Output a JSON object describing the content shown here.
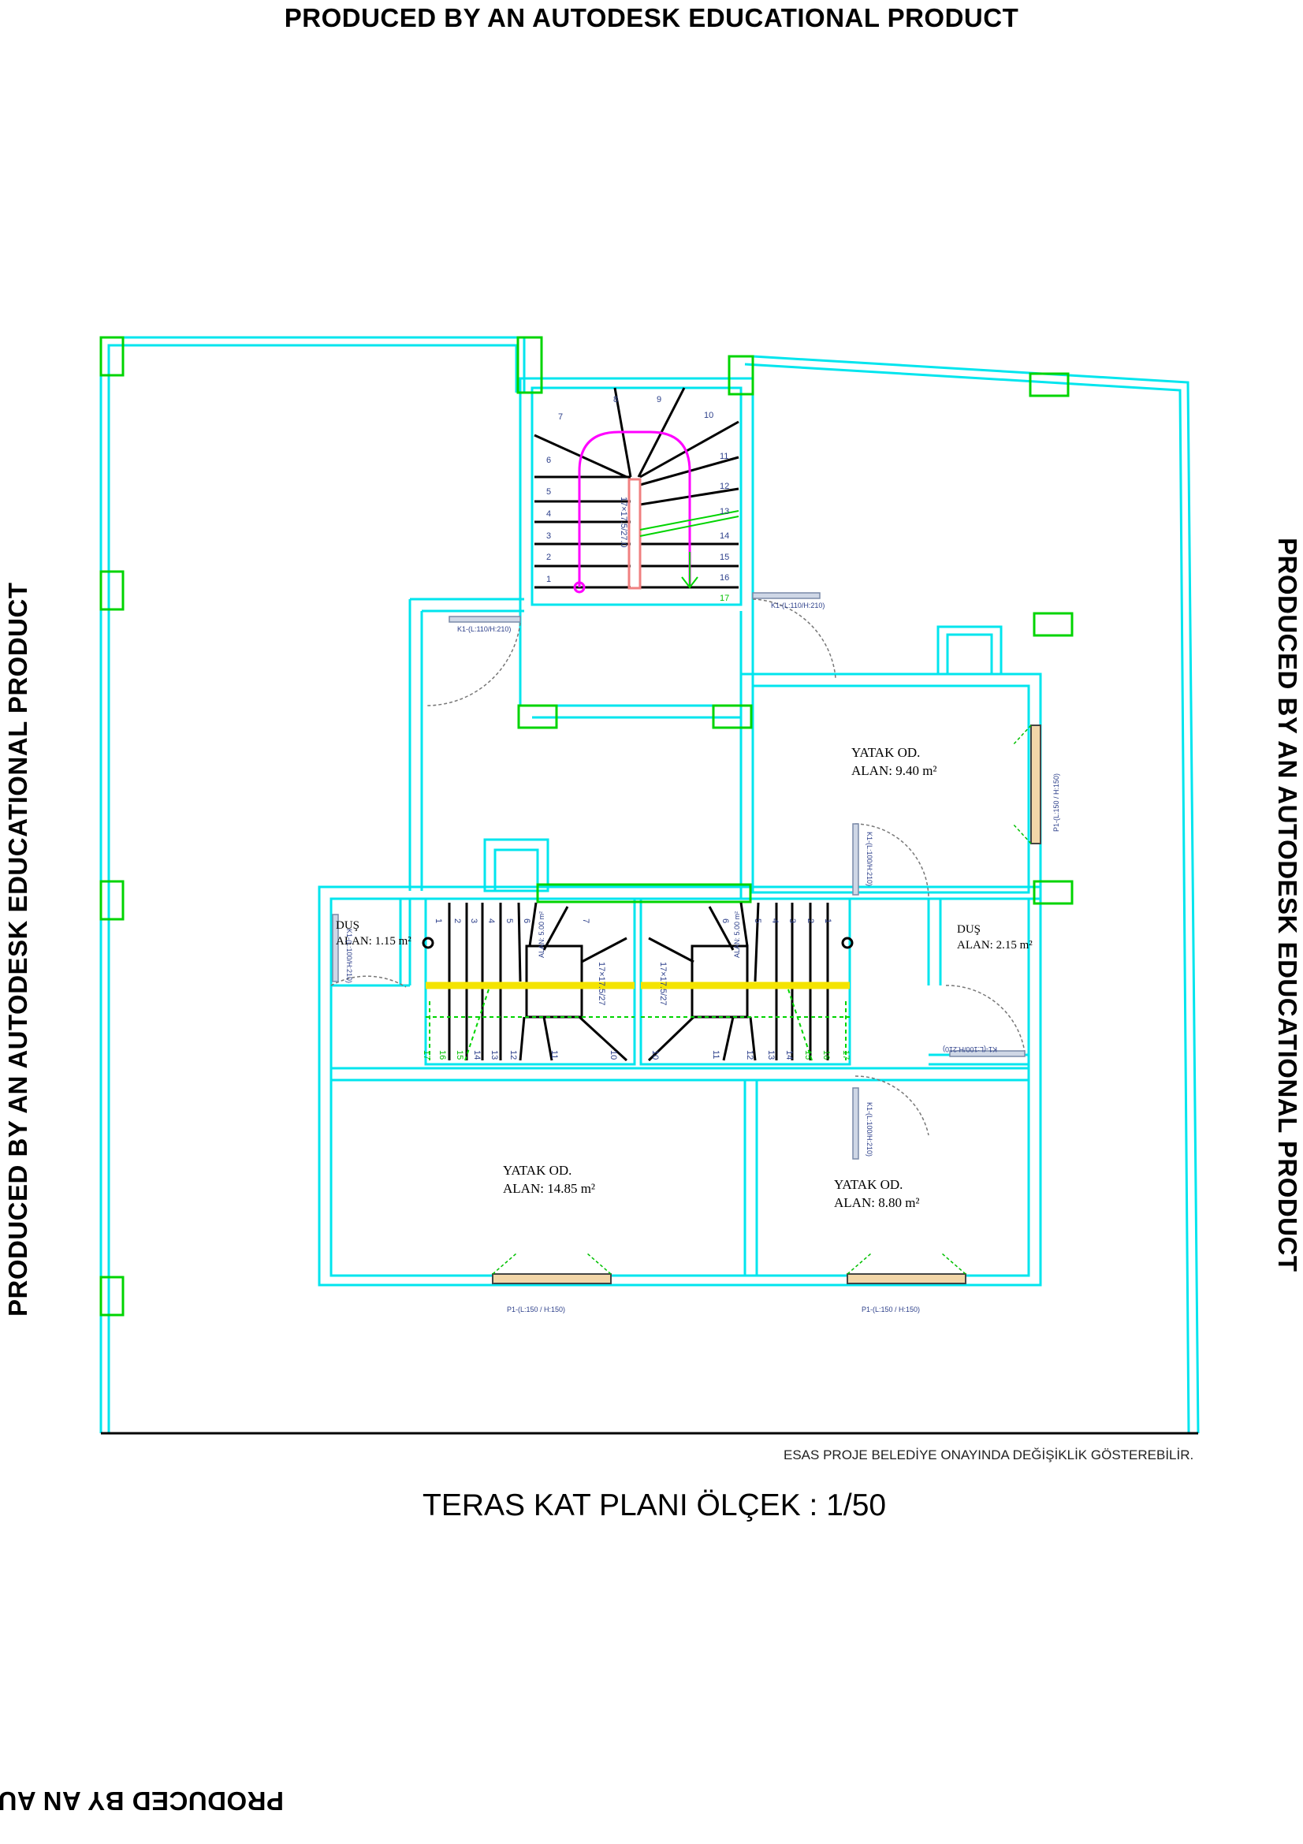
{
  "watermark": {
    "top": "PRODUCED BY AN AUTODESK EDUCATIONAL PRODUCT",
    "bottom": "PRODUCED BY AN AUTODESK EDUCATIONAL PRODUCT",
    "left": "PRODUCED BY AN AUTODESK EDUCATIONAL PRODUCT",
    "right": "PRODUCED BY AN AUTODESK EDUCATIONAL PRODUCT"
  },
  "drawing": {
    "title": "TERAS  KAT PLANI ÖLÇEK : 1/50",
    "note": "ESAS PROJE BELEDİYE ONAYINDA DEĞİŞİKLİK GÖSTEREBİLİR."
  },
  "rooms": {
    "bedroom_ne": {
      "name": "YATAK OD.",
      "area": "ALAN: 9.40 m²"
    },
    "bedroom_sw": {
      "name": "YATAK OD.",
      "area": "ALAN: 14.85 m²"
    },
    "bedroom_se": {
      "name": "YATAK OD.",
      "area": "ALAN: 8.80 m²"
    },
    "shower_w": {
      "name": "DUŞ",
      "area": "ALAN: 1.15 m²"
    },
    "shower_e": {
      "name": "DUŞ",
      "area": "ALAN: 2.15 m²"
    }
  },
  "stairs": {
    "main_left_steps": [
      "7",
      "6",
      "5",
      "4",
      "3",
      "2",
      "1"
    ],
    "main_top_steps": [
      "8",
      "9",
      "10"
    ],
    "main_right_steps": [
      "11",
      "12",
      "13",
      "14",
      "15",
      "16",
      "17"
    ],
    "main_label": "17×17.5/27.0",
    "left_top_steps": [
      "1",
      "2",
      "3",
      "4",
      "5",
      "6",
      "7"
    ],
    "left_bottom_steps": [
      "17",
      "16",
      "15",
      "14",
      "13",
      "12",
      "11",
      "10"
    ],
    "right_top_steps": [
      "6",
      "5",
      "4",
      "3",
      "2",
      "1"
    ],
    "right_bottom_steps": [
      "10",
      "11",
      "12",
      "13",
      "14",
      "15",
      "16",
      "17"
    ],
    "left_label": "17×17.5/27",
    "right_label": "17×17.5/27",
    "left_mezzanine": "ALAN: 5.00 m²",
    "right_mezzanine": "ALAN: 5.00 m²"
  },
  "tags": {
    "door_k1_a": "K1-(L:110/H:210)",
    "door_k1_b": "K1-(L:110/H:210)",
    "door_k1_c": "K1-(L:100/H:210)",
    "door_k1_d": "K1-(L:100/H:210)",
    "door_k1_e": "K1-(L:100/H:210)",
    "door_k1_f": "K1-(L:100/H:210)",
    "win_p1_a": "P1-(L:150 / H:150)",
    "win_p1_b": "P1-(L:150 / H:150)",
    "win_p1_c": "P1-(L:150 / H:150)"
  },
  "colors": {
    "wall": "#00e5ee",
    "column": "#00d400",
    "stair": "#000000",
    "arrow": "#ff00ff",
    "railing": "#f4e400",
    "handrail": "#f08080"
  }
}
